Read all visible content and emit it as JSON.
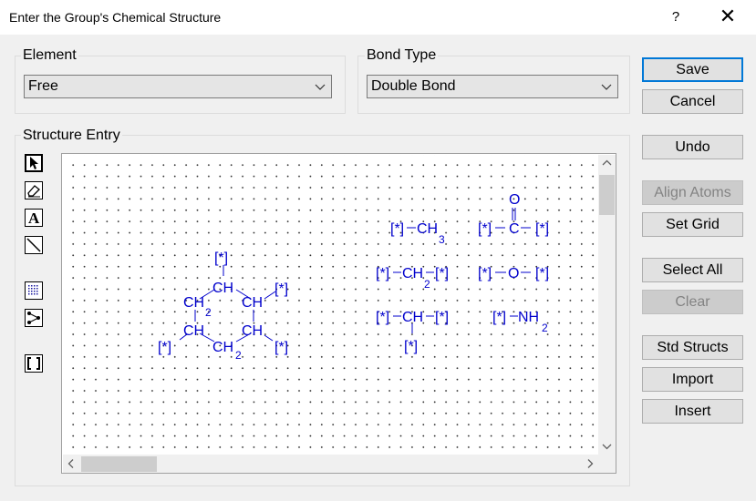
{
  "window": {
    "title": "Enter the Group's Chemical Structure",
    "help": "?",
    "close": "✕"
  },
  "element_group": {
    "label": "Element",
    "value": "Free"
  },
  "bond_group": {
    "label": "Bond Type",
    "value": "Double Bond"
  },
  "structure_group": {
    "label": "Structure Entry"
  },
  "buttons": {
    "save": "Save",
    "cancel": "Cancel",
    "undo": "Undo",
    "align_atoms": "Align Atoms",
    "set_grid": "Set Grid",
    "select_all": "Select All",
    "clear": "Clear",
    "std_structs": "Std Structs",
    "import": "Import",
    "insert": "Insert"
  },
  "tools": [
    "pointer-icon",
    "eraser-icon",
    "text-tool-icon",
    "bond-line-icon",
    "grid-toggle-icon",
    "bond-connect-icon",
    "bracket-icon"
  ],
  "colors": {
    "structure": "#0000cc",
    "default_button_border": "#0078d7"
  },
  "structures": {
    "ring": {
      "top": "[*]",
      "ch_top": "CH",
      "ch_top_sub": "2",
      "ch_left": "CH",
      "ch_right": "CH",
      "ch_bl": "CH",
      "ch_br": "CH",
      "ch_bottom": "CH",
      "ch_bottom_sub": "2",
      "r_right": "[*]",
      "r_bl": "[*]",
      "r_br": "[*]"
    },
    "methyl": {
      "r": "[*]",
      "ch": "CH",
      "sub": "3"
    },
    "carbonyl": {
      "o": "O",
      "r1": "[*]",
      "c": "C",
      "r2": "[*]"
    },
    "methylene": {
      "r1": "[*]",
      "ch": "CH",
      "sub": "2",
      "r2": "[*]"
    },
    "ether": {
      "r1": "[*]",
      "o": "O",
      "r2": "[*]"
    },
    "methine": {
      "r1": "[*]",
      "ch": "CH",
      "r2": "[*]",
      "r3": "[*]"
    },
    "amine": {
      "r": "[*]",
      "nh": "NH",
      "sub": "2"
    }
  }
}
